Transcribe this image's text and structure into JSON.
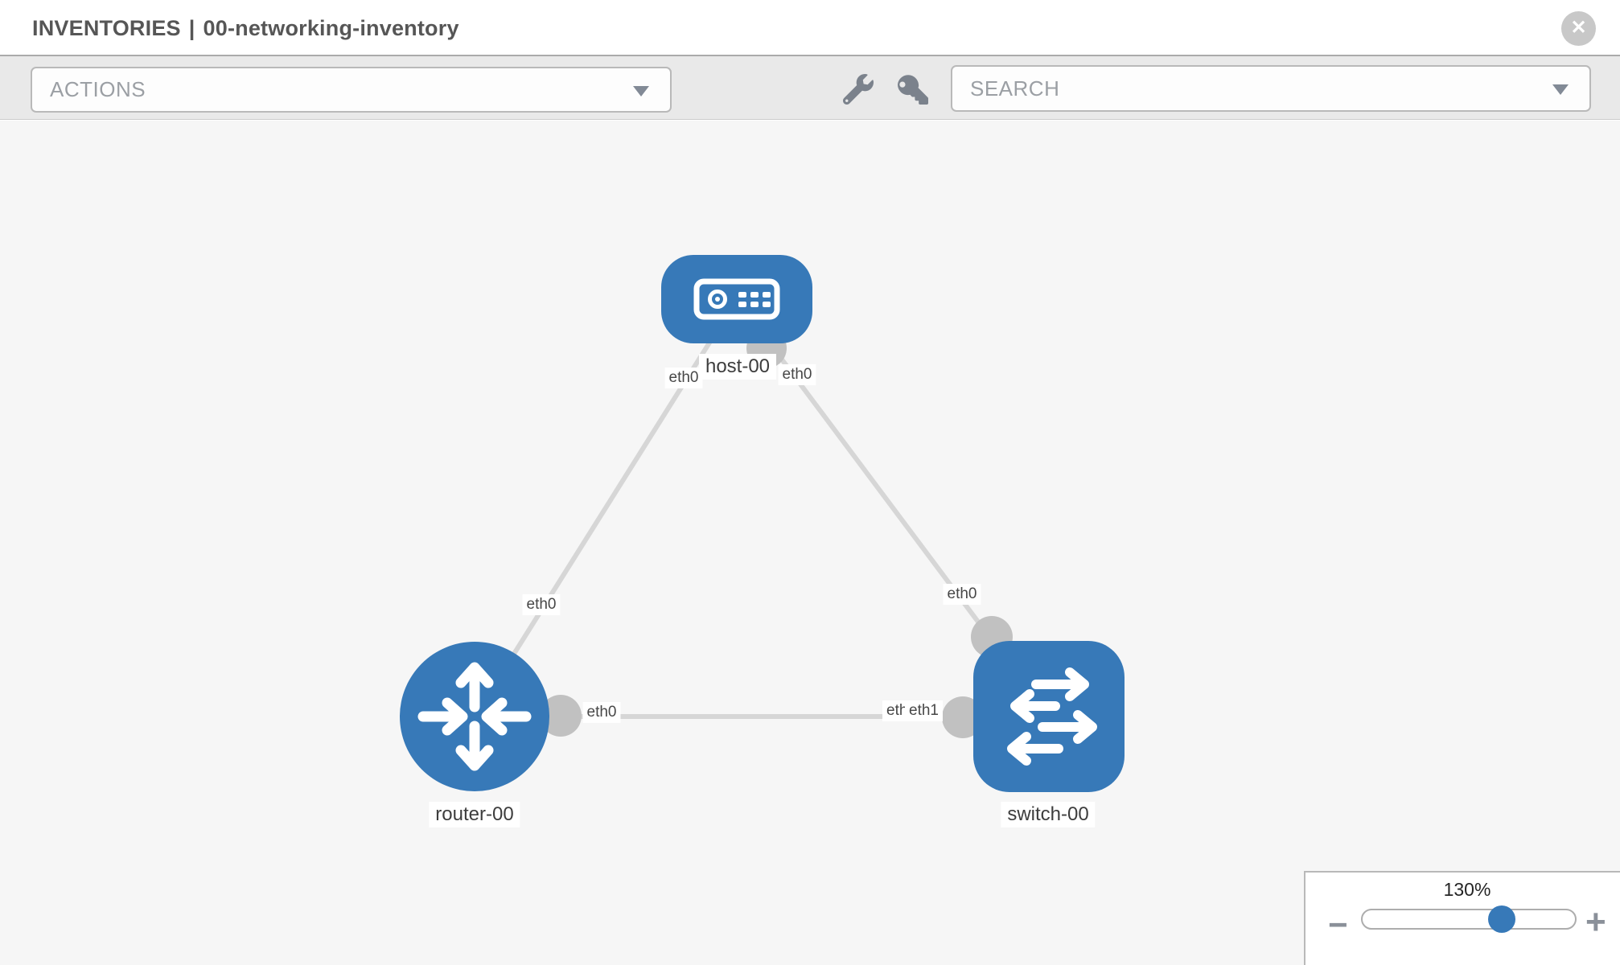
{
  "header": {
    "section": "INVENTORIES",
    "separator": "|",
    "inventory_name": "00-networking-inventory",
    "close_glyph": "✕"
  },
  "toolbar": {
    "actions_label": "ACTIONS",
    "search_label": "SEARCH"
  },
  "topology": {
    "nodes": [
      {
        "label": "host-00",
        "type": "host",
        "icon": "server-icon",
        "shape": "rounded-rect"
      },
      {
        "label": "router-00",
        "type": "router",
        "icon": "router-arrows-icon",
        "shape": "circle"
      },
      {
        "label": "switch-00",
        "type": "switch",
        "icon": "switch-arrows-icon",
        "shape": "rounded-square"
      }
    ],
    "links": [
      {
        "source": "host-00",
        "target": "router-00",
        "source_interface": "eth0",
        "target_interface": "eth0"
      },
      {
        "source": "host-00",
        "target": "switch-00",
        "source_interface": "eth0",
        "target_interface": "eth0"
      },
      {
        "source": "router-00",
        "target": "switch-00",
        "source_interface": "eth0",
        "target_interface": "eth1"
      }
    ],
    "interface_labels": [
      "eth0",
      "eth0",
      "eth0",
      "eth0",
      "eth0",
      "eth0",
      "eth1"
    ]
  },
  "zoom_control": {
    "level": "130%",
    "minus_glyph": "−",
    "plus_glyph": "+"
  },
  "colors": {
    "node_fill": "#3779b8",
    "link": "#d6d6d6",
    "port": "#c1c1c1",
    "toolbar_bg": "#e9e9e9",
    "canvas_bg": "#f6f6f6",
    "slider_handle": "#3779b8"
  }
}
